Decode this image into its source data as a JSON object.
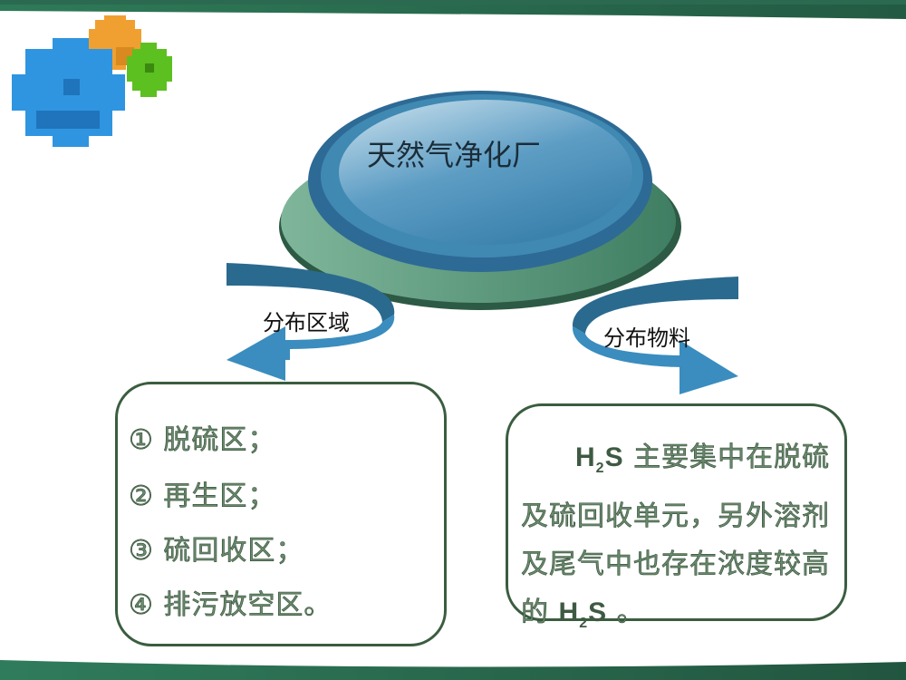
{
  "slide": {
    "title": "天然气净化厂",
    "left_arrow_label": "分布区域",
    "right_arrow_label": "分布物料",
    "left_box": {
      "items": [
        "① 脱硫区；",
        "② 再生区；",
        "③ 硫回收区；",
        "④ 排污放空区。"
      ]
    },
    "right_box": {
      "formula_main": "H",
      "formula_sub": "2",
      "formula_tail": "S",
      "text_1": " 主要集中在脱硫及硫回收单元，另外溶剂及尾气中也存在浓度较高的 ",
      "text_end": " 。"
    },
    "colors": {
      "band_green": "#2f7a5a",
      "disc_blue": "#3a82ad",
      "disc_base_green": "#5a9a7e",
      "arrow_blue": "#2f85b5",
      "box_border": "#3a5d3f"
    }
  }
}
